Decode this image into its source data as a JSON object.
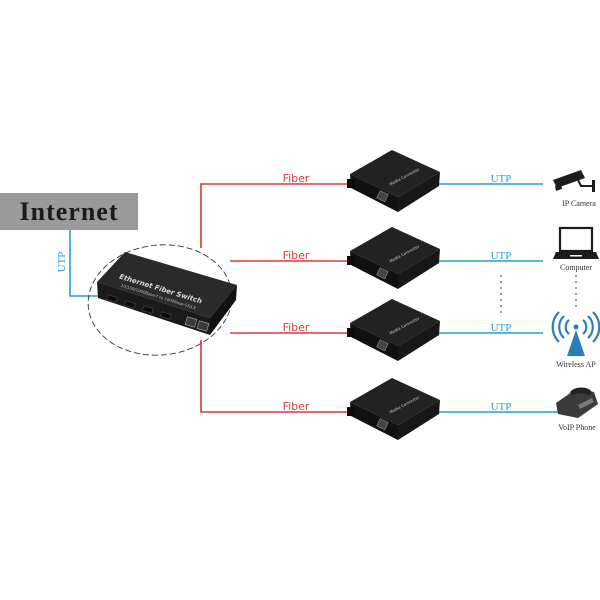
{
  "diagram": {
    "internet": {
      "label": "Internet"
    },
    "uplink": {
      "label": "UTP"
    },
    "switch": {
      "title": "Ethernet Fiber Switch",
      "subtitle": "10/100/1000Base-T to 1000Base-SX/LX",
      "sfp_ports": 4,
      "rj45_ports": 2
    },
    "converter_label": "Media Converter",
    "links": [
      {
        "fiber_label": "Fiber",
        "utp_label": "UTP",
        "device": "IP Camera",
        "device_icon": "ip-camera-icon"
      },
      {
        "fiber_label": "Fiber",
        "utp_label": "UTP",
        "device": "Computer",
        "device_icon": "laptop-icon"
      },
      {
        "fiber_label": "Fiber",
        "utp_label": "UTP",
        "device": "Wireless AP",
        "device_icon": "wireless-ap-icon"
      },
      {
        "fiber_label": "Fiber",
        "utp_label": "UTP",
        "device": "VoIP Phone",
        "device_icon": "voip-phone-icon"
      }
    ],
    "colors": {
      "fiber": "#d6393b",
      "utp": "#2a9bd0",
      "internet_box": "#9a9a9a",
      "device_dark": "#1c1c1c",
      "ap_blue": "#2a7fb8"
    }
  }
}
